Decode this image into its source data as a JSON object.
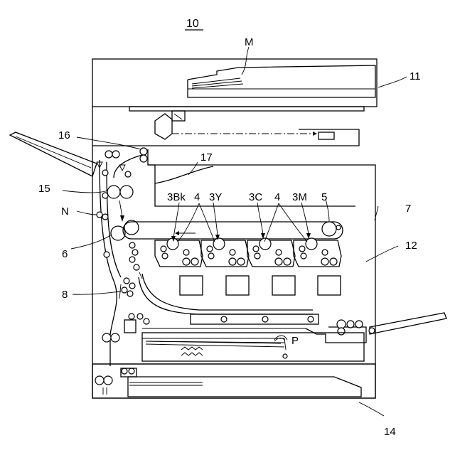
{
  "figure_number": "10",
  "labels": {
    "original_feed": "M",
    "scanner": "11",
    "output_tray": "16",
    "discharge_tray": "17",
    "fixing": "15",
    "nip": "N",
    "secondary_transfer": "6",
    "conveyance_path": "8",
    "image_unit_black": "3Bk",
    "photoreceptor_left": "4",
    "image_unit_yellow": "3Y",
    "image_unit_cyan": "3C",
    "photoreceptor_right": "4",
    "image_unit_magenta": "3M",
    "transfer_belt": "5",
    "body": "7",
    "image_forming_section": "12",
    "paper": "P",
    "feeding_unit": "14"
  }
}
